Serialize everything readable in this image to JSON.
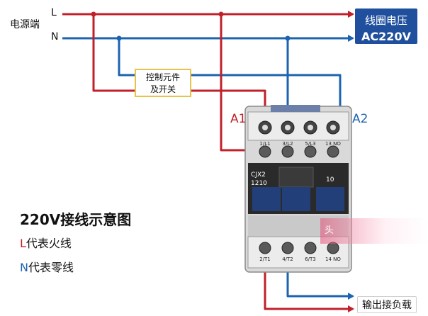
{
  "source": {
    "label": "电源端",
    "live_tag": "L",
    "neutral_tag": "N"
  },
  "coil": {
    "a1": "A1",
    "a2": "A2",
    "voltage_line1": "线圈电压",
    "voltage_line2": "AC220V"
  },
  "control": {
    "line1": "控制元件",
    "line2": "及开关"
  },
  "contactor": {
    "model": "CJX2",
    "rating": "1210",
    "aux_label": "10",
    "top_terminals": [
      "1/L1",
      "3/L2",
      "5/L3",
      "13 NO"
    ],
    "bottom_terminals": [
      "2/T1",
      "4/T2",
      "6/T3",
      "14 NO"
    ]
  },
  "caption": {
    "title": "220V接线示意图",
    "legend_l_lead": "L",
    "legend_l_rest": "代表火线",
    "legend_n_lead": "N",
    "legend_n_rest": "代表零线"
  },
  "output": {
    "label": "输出接负载"
  },
  "watermark": {
    "text": "头"
  },
  "colors": {
    "live_wire": "#c0202a",
    "neutral_wire": "#1c63b0",
    "label_box": "#1f4f9d",
    "control_border": "#e6c34a"
  }
}
